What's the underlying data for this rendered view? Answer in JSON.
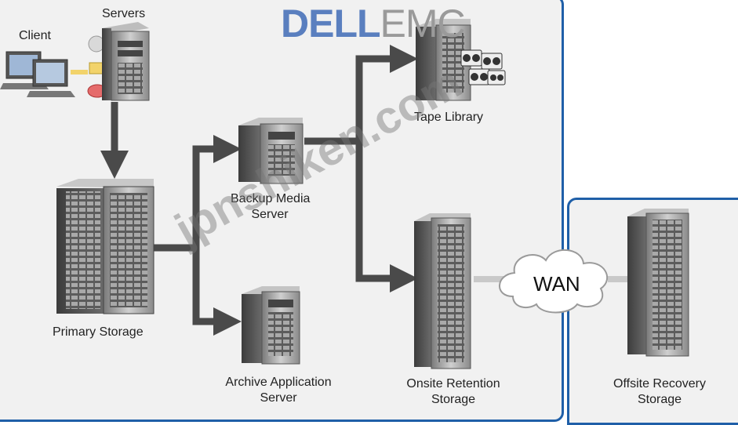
{
  "logo": {
    "dell": "DELL",
    "emc": "EMC"
  },
  "watermark": "jpnshiken.com",
  "nodes": {
    "client": "Client",
    "servers": "Servers",
    "primary_storage": "Primary Storage",
    "backup_media_server": [
      "Backup Media",
      "Server"
    ],
    "archive_application_server": [
      "Archive Application",
      "Server"
    ],
    "tape_library": "Tape Library",
    "onsite_retention_storage": [
      "Onsite Retention",
      "Storage"
    ],
    "wan": "WAN",
    "offsite_recovery_storage": [
      "Offsite Recovery",
      "Storage"
    ]
  },
  "colors": {
    "panel_border": "#1f5fa8",
    "arrow": "#4a4a4a",
    "panel_bg": "#f1f1f1"
  }
}
